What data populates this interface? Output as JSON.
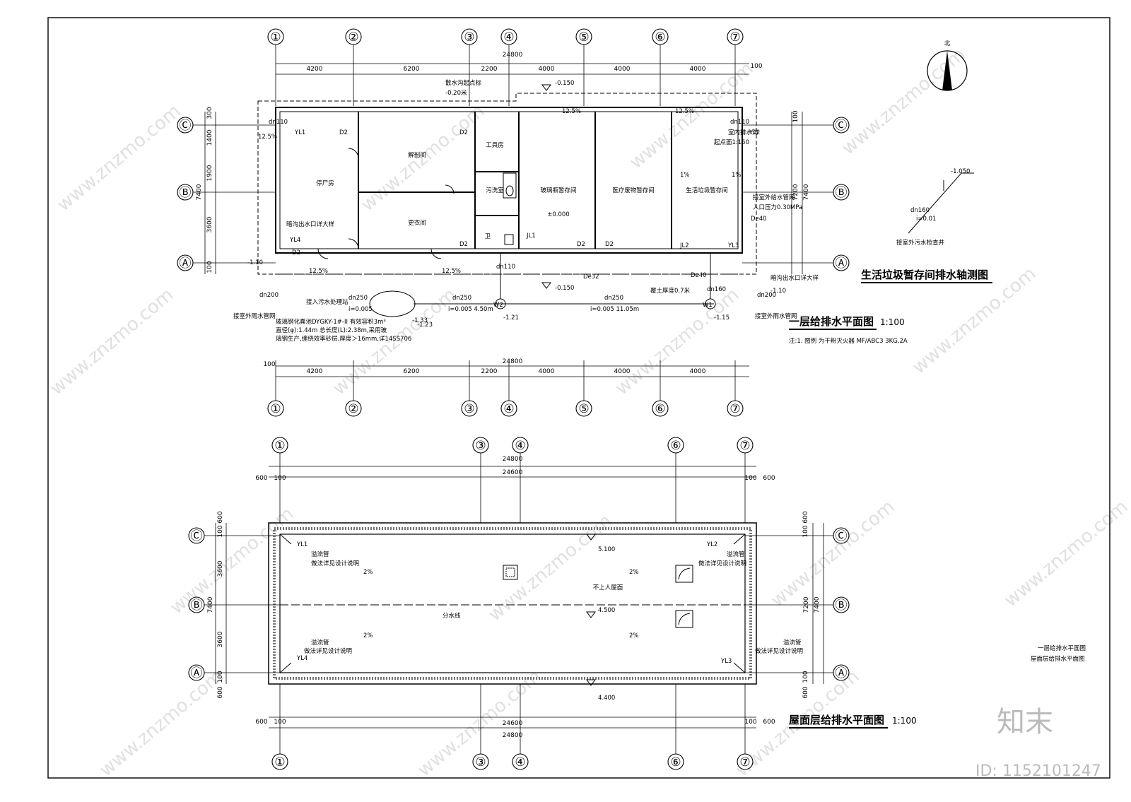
{
  "axes_h": [
    "①",
    "②",
    "③",
    "④",
    "⑤",
    "⑥",
    "⑦"
  ],
  "axes_h_roof": [
    "①",
    "③",
    "④",
    "⑥",
    "⑦"
  ],
  "axes_v": [
    "Ⓒ",
    "Ⓑ",
    "Ⓐ"
  ],
  "dims_top": {
    "total": "24800",
    "spans": [
      "4200",
      "6200",
      "2200",
      "4000",
      "4000",
      "4000"
    ],
    "edge": "100"
  },
  "dims_left": [
    "300",
    "1400",
    "1900",
    "3600",
    "100"
  ],
  "dims_left_total": "7400",
  "dims_right": [
    "100",
    "7200",
    "7400"
  ],
  "dims_roof": {
    "total": "24800",
    "inner": "24600",
    "edge_a": "600",
    "edge_b": "100"
  },
  "dims_roof_left": [
    "600",
    "100",
    "3600",
    "7400",
    "3600",
    "100",
    "600"
  ],
  "dims_roof_right": [
    "600",
    "100",
    "7200",
    "7400",
    "100",
    "600"
  ],
  "plan1": {
    "title": "一层给排水平面图",
    "scale": "1:100",
    "rooms": [
      "停尸房",
      "解剖间",
      "工具房",
      "更衣间",
      "卫",
      "污洗室",
      "玻璃瓶暂存间",
      "医疗废物暂存间",
      "生活垃圾暂存间"
    ],
    "level_floor": "±0.000",
    "level_top": "-0.150",
    "level_start": "-0.20米",
    "level_start_label": "散水沟起点标",
    "pipes": [
      "YL1",
      "YL2",
      "YL3",
      "YL4",
      "D2",
      "JL1",
      "JL2",
      "W1",
      "W2"
    ],
    "slopes": [
      "12.5%",
      "1%"
    ],
    "dn_labels": [
      "dn110",
      "dn250",
      "dn200",
      "dn160",
      "De32",
      "De40"
    ],
    "notes": [
      "接入污水处理站",
      "dn250",
      "i=0.005",
      "i=0.005 4.50m",
      "i=0.005 11.05m",
      "-1.10",
      "-1.21",
      "-1.23",
      "-1.15",
      "-1.33",
      "室内排水沟",
      "起点面1:150",
      "接室外给水管网",
      "入口压力0.30MPa",
      "暗沟出水口详大样",
      "覆土厚度0.7米",
      "接室外雨水管网"
    ],
    "septic_note_1": "玻璃钢化粪池DYGKY-1#-II  有效容积3m³",
    "septic_note_2": "直径(φ):1.44m  总长度(L):2.38m,采用玻",
    "septic_note_3": "璃钢生产,缠绕效率砂层,厚度＞16mm,详14SS706",
    "footnote": "注:1. 图例        为干粉灭火器 MF/ABC3 3KG,2A"
  },
  "axono": {
    "title": "生活垃圾暂存间排水轴测图",
    "labels": [
      "-1.050",
      "dn160",
      "i=0.01",
      "接室外污水检查井"
    ]
  },
  "plan2": {
    "title": "屋面层给排水平面图",
    "scale": "1:100",
    "levels": [
      "5.100",
      "4.500",
      "4.400"
    ],
    "center": "不上人屋面",
    "ridge": "分水线",
    "slope": "2%",
    "pipes": [
      "YL1",
      "YL2",
      "YL3",
      "YL4"
    ],
    "pipe_note_a": "溢流管",
    "pipe_note_b": "做法详见设计说明"
  },
  "legend_small": [
    "一层给排水平面图",
    "屋面层给排水平面图"
  ],
  "compass": "北",
  "watermark": "www.znzmo.com",
  "brand": "知末",
  "id_text": "ID: 1152101247",
  "colors": {
    "line": "#000000",
    "watermark": "#c8c8c8"
  }
}
